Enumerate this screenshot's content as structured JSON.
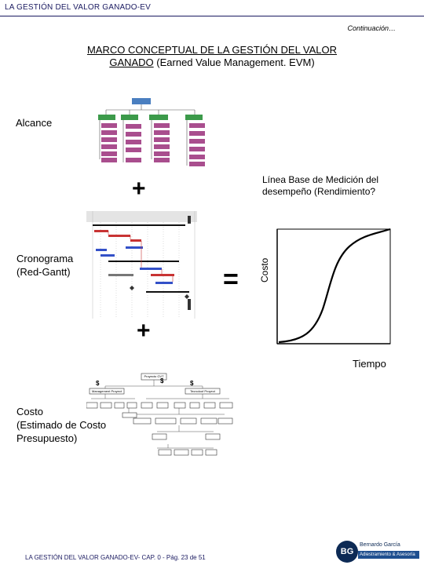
{
  "header": {
    "title": "LA GESTIÓN DEL VALOR GANADO-EV"
  },
  "continuation": "Continuación…",
  "title": {
    "line1": "MARCO CONCEPTUAL DE LA GESTIÓN DEL VALOR",
    "line2_underlined": "GANADO",
    "line2_rest": " (Earned Value Management. EVM)"
  },
  "labels": {
    "alcance": "Alcance",
    "cronograma_1": "Cronograma",
    "cronograma_2": "(Red-Gantt)",
    "costo_1": "Costo",
    "costo_2": "(Estimado de Costo",
    "costo_3": "Presupuesto)",
    "plus": "+",
    "equals": "=",
    "baseline_1": "Línea Base de Medición del",
    "baseline_2": "desempeño (Rendimiento?"
  },
  "chart_data": {
    "type": "line",
    "title": "",
    "xlabel": "Tiempo",
    "ylabel": "Costo",
    "grid": false,
    "legend": "none",
    "series": [
      {
        "shape": "s-curve"
      }
    ]
  },
  "cbs": {
    "root": "Proyecto GVT",
    "level1": [
      "Management Proyect",
      "Tecnoloof Proyect"
    ],
    "currency": "$"
  },
  "footer": {
    "text": "LA GESTIÓN DEL VALOR GANADO-EV- CAP. 0 - Pág. 23 de 51",
    "logo_initials": "BG",
    "logo_name": "Bernardo García",
    "logo_tagline": "Adiestramiento & Asesoría"
  },
  "colors": {
    "header": "#1a1a60",
    "logo_dark": "#0d2a55",
    "logo_band": "#1f4f8f"
  }
}
